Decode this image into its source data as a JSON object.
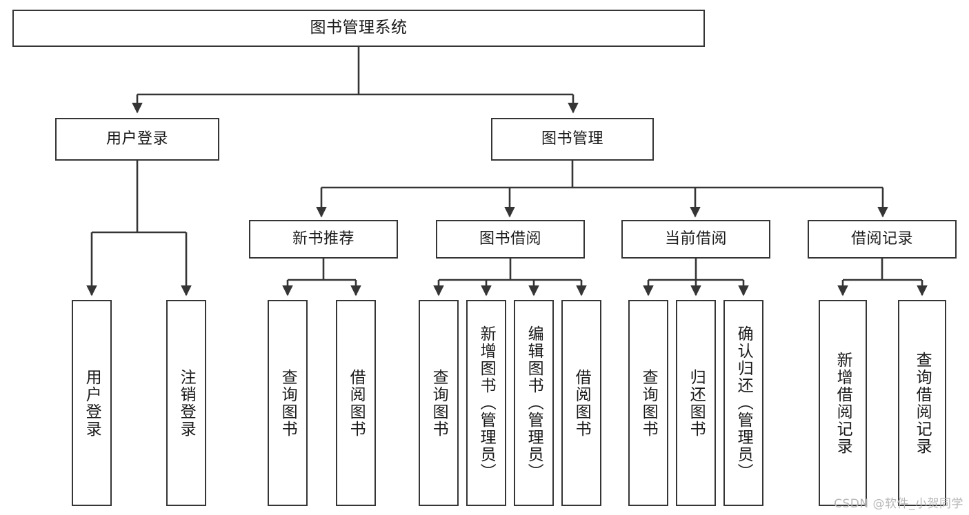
{
  "diagram": {
    "title": "图书管理系统",
    "type": "tree-hierarchy-diagram",
    "colors": {
      "stroke": "#353535",
      "fill": "#ffffff",
      "text": "#1a1a1a",
      "watermark": "#b6b6b6"
    },
    "nodes": {
      "root": {
        "label": "图书管理系统"
      },
      "level1": [
        {
          "label": "用户登录"
        },
        {
          "label": "图书管理"
        }
      ],
      "level2": [
        {
          "label": "新书推荐"
        },
        {
          "label": "图书借阅"
        },
        {
          "label": "当前借阅"
        },
        {
          "label": "借阅记录"
        }
      ],
      "leaves": {
        "user_login": [
          {
            "label": "用户登录"
          },
          {
            "label": "注销登录"
          }
        ],
        "new_book_recommend": [
          {
            "label": "查询图书"
          },
          {
            "label": "借阅图书"
          }
        ],
        "book_borrow": [
          {
            "label": "查询图书"
          },
          {
            "label": "新增图书（管理员）"
          },
          {
            "label": "编辑图书（管理员）"
          },
          {
            "label": "借阅图书"
          }
        ],
        "current_borrow": [
          {
            "label": "查询图书"
          },
          {
            "label": "归还图书"
          },
          {
            "label": "确认归还（管理员）"
          }
        ],
        "borrow_record": [
          {
            "label": "新增借阅记录"
          },
          {
            "label": "查询借阅记录"
          }
        ]
      }
    },
    "watermark": "CSDN @软件_小贺同学"
  }
}
